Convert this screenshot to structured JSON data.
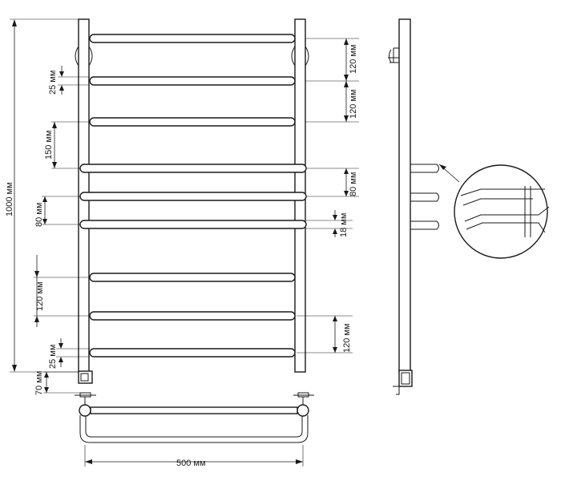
{
  "labels": {
    "total_height": "1000 мм",
    "width": "500 мм",
    "top_gap_right": "120 мм",
    "second_gap_right": "120 мм",
    "bar_diameter_top": "25 мм",
    "gap_150": "150 мм",
    "gap_80_right": "80 мм",
    "gap_80_left": "80 мм",
    "bar_18": "18 мм",
    "gap_120_left": "120 мм",
    "gap_120_right_bottom": "120 мм",
    "bar_diameter_bottom": "25 мм",
    "bottom_offset": "70 мм"
  }
}
